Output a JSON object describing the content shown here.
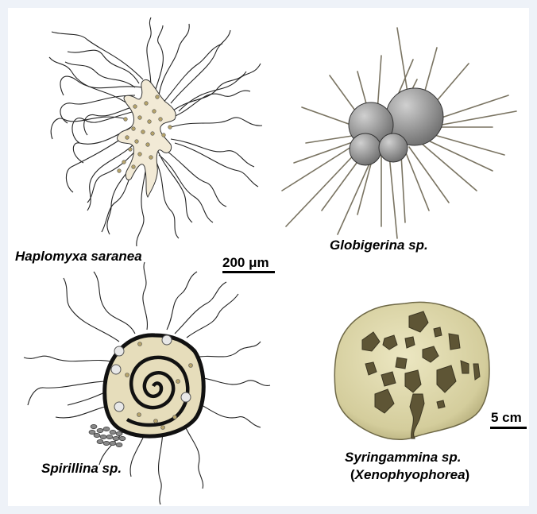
{
  "organisms": [
    {
      "name": "Haplomyxa saranea"
    },
    {
      "name": "Globigerina sp."
    },
    {
      "name": "Spirillina sp."
    },
    {
      "name": "Syringammina sp.",
      "group": "Xenophyophorea"
    }
  ],
  "scale_bars": {
    "microscopic": "200 μm",
    "macroscopic": "5 cm"
  },
  "colors": {
    "cytoplasm": "#f2ead6",
    "granule": "#b5a36b",
    "globigerina_shell": "#999999",
    "spirillina_test": "#e6ddbb",
    "syringammina_body": "#dcd6aa",
    "syringammina_patch": "#5e5535"
  }
}
